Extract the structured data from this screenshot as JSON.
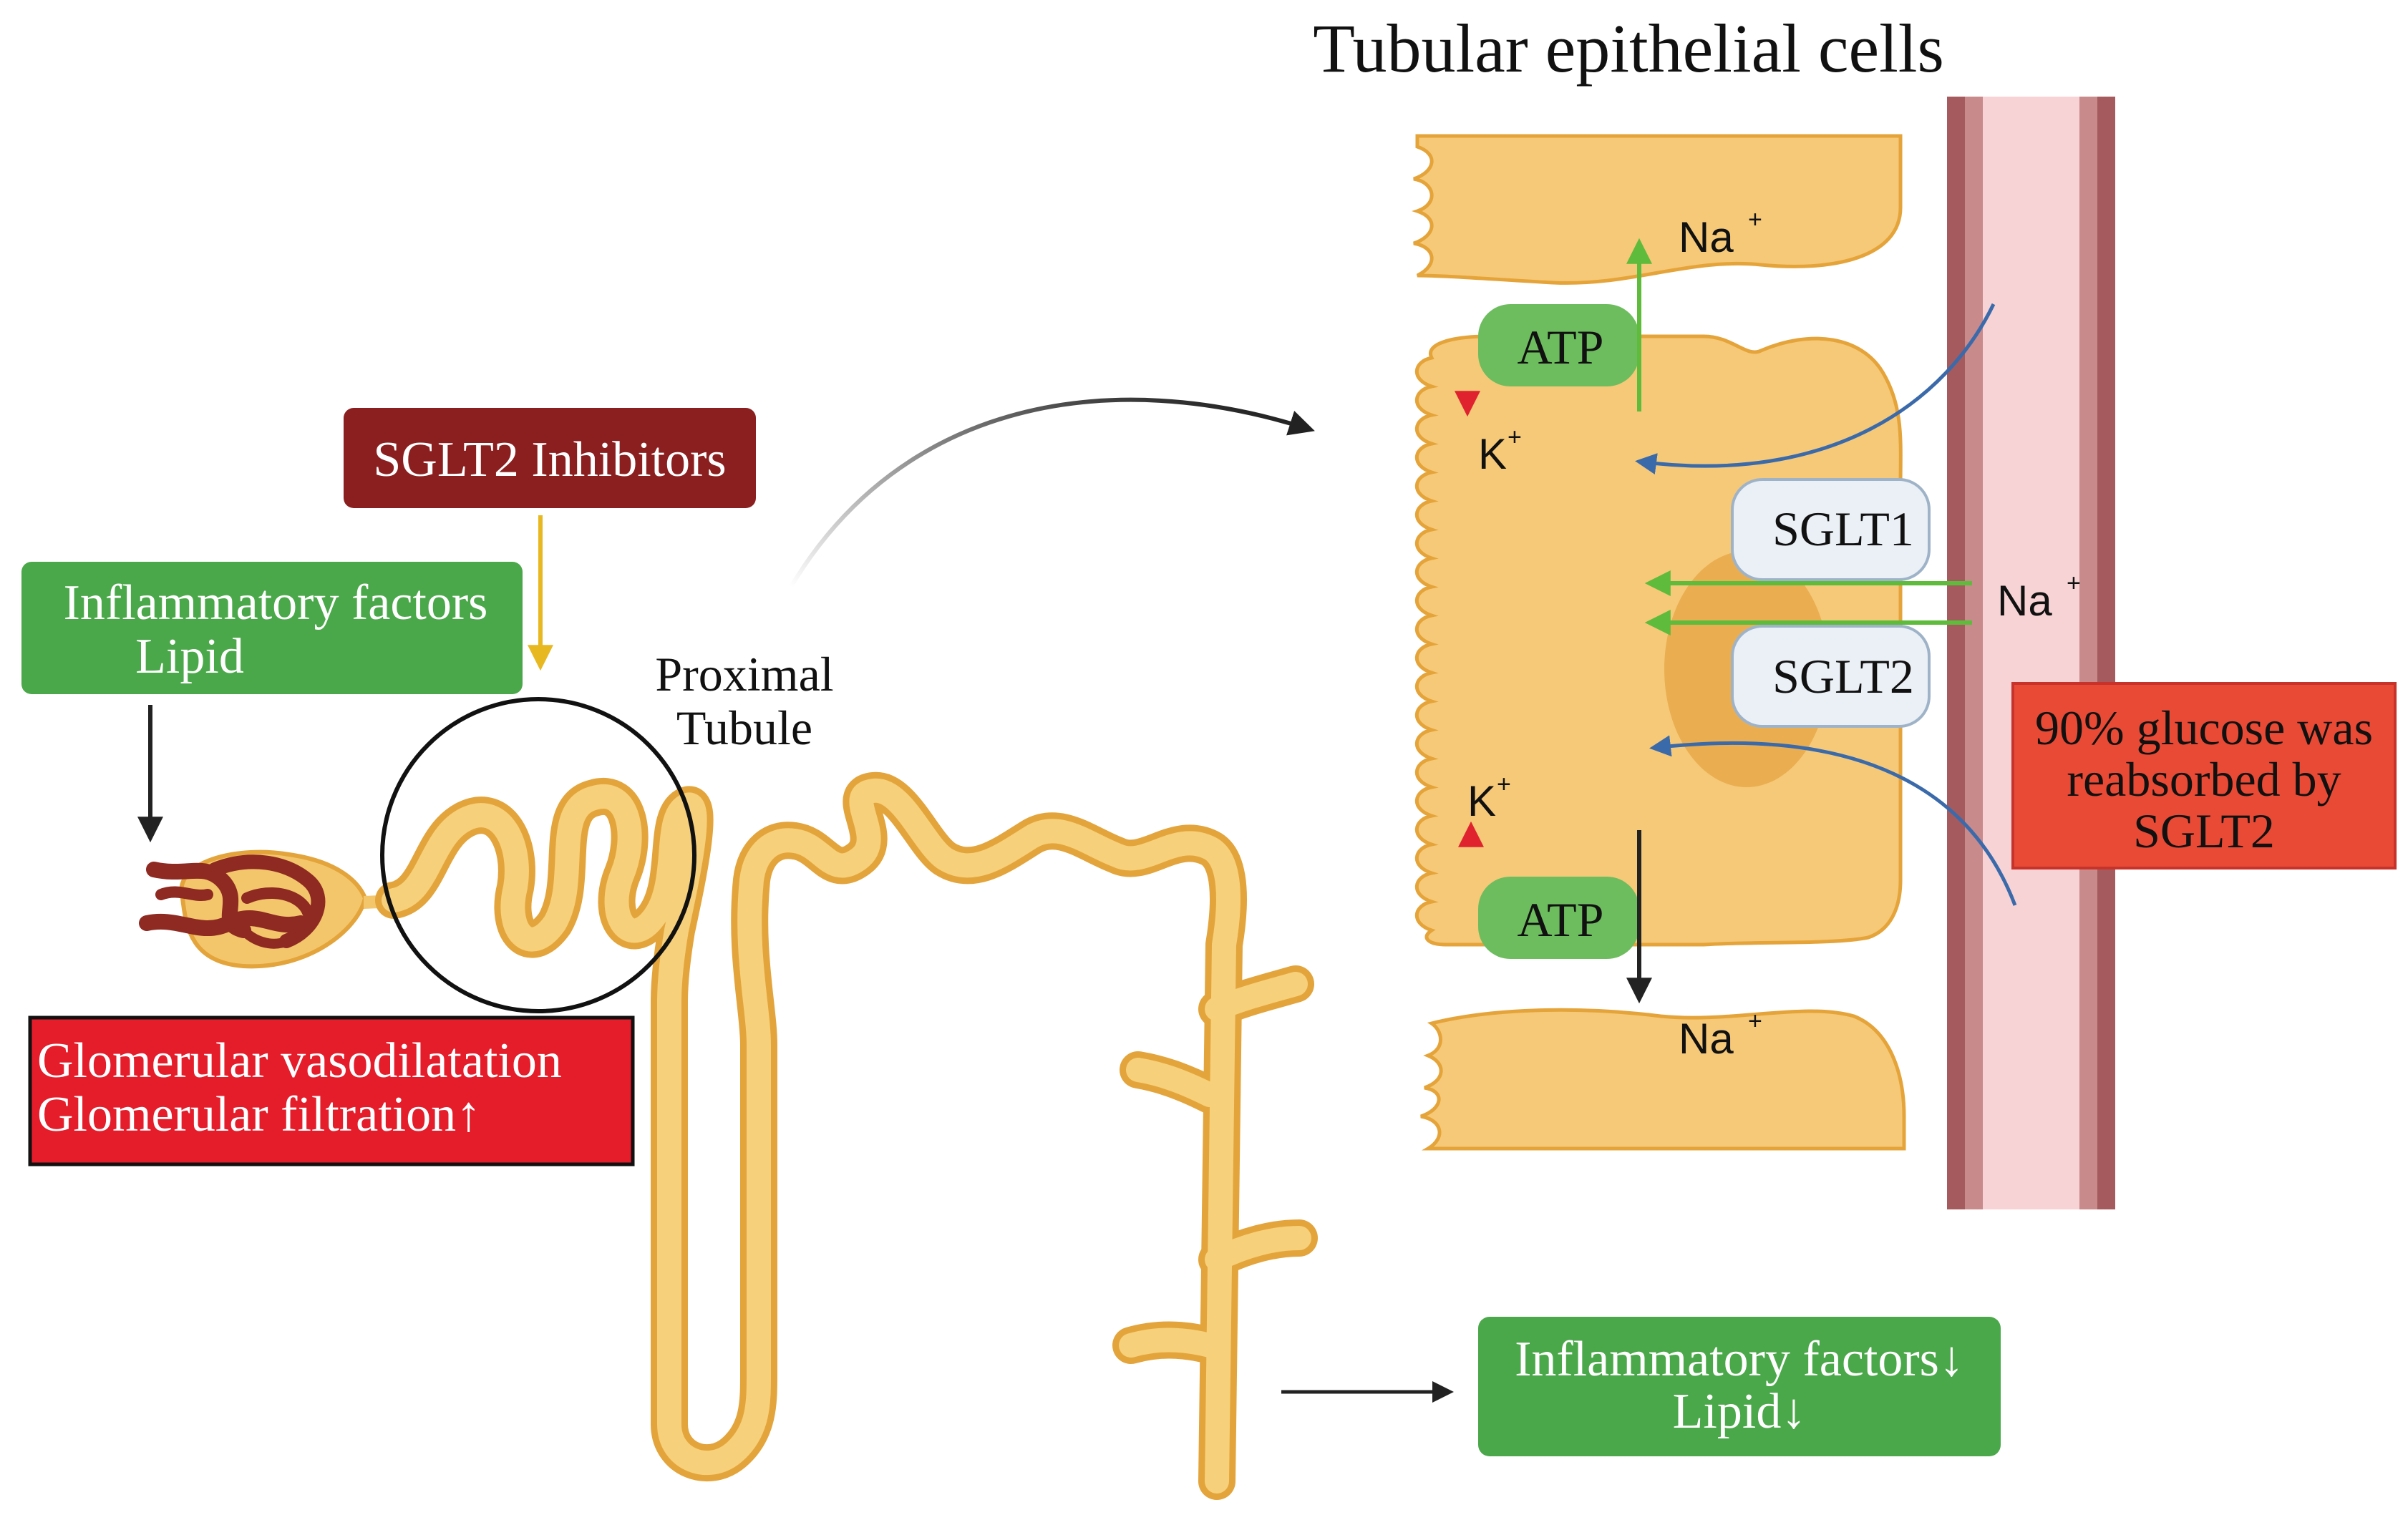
{
  "title": "Tubular epithelial cells",
  "labels": {
    "sglt2_inhibitors": "SGLT2 Inhibitors",
    "inflammatory_line1": "Inflammatory factors",
    "inflammatory_line2": "Lipid",
    "proximal_line1": "Proximal",
    "proximal_line2": "Tubule",
    "glomerular_line1": "Glomerular vasodilatation",
    "glomerular_line2": "Glomerular filtration↑",
    "glucose_line1": "90% glucose was",
    "glucose_line2": "reabsorbed by",
    "glucose_line3": "SGLT2",
    "result_line1": "Inflammatory factors↓",
    "result_line2": "Lipid↓"
  },
  "cell": {
    "atp_top": "ATP",
    "atp_bottom": "ATP",
    "sglt1": "SGLT1",
    "sglt2": "SGLT2",
    "na_top": "Na",
    "na_right": "Na",
    "na_bottom": "Na",
    "k_top": "K",
    "k_bottom": "K",
    "plus": "+"
  },
  "colors": {
    "tubule": "#f0b94a",
    "tubule_light": "#f6d07a",
    "cell": "#f6c978",
    "cell_outline": "#e5a43a",
    "nucleus": "#e8a94a",
    "vessel_wall": "#a55a5e",
    "vessel_lumen": "#f7d3d5",
    "sglt2_box": "#8b1f1f",
    "green_box": "#4ba84a",
    "red_box": "#e51c2a",
    "glucose_box": "#e84a35",
    "atp_green": "#6dbd5f",
    "transporter_fill": "#eaf0f6",
    "arrow_red": "#e0222e",
    "arrow_green": "#5fbb3b",
    "arrow_blue": "#3b6aaa",
    "arrow_yellow": "#e8b820",
    "glomerulus": "#8e2a22"
  }
}
